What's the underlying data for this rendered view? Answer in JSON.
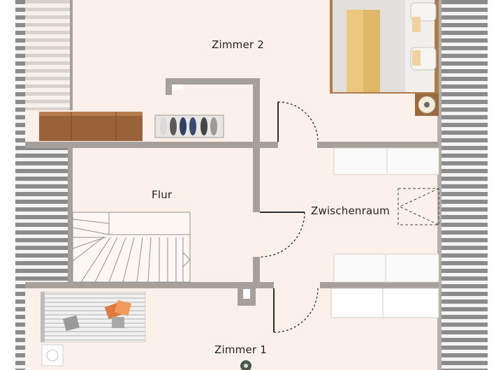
{
  "rooms": {
    "zimmer2": "Zimmer 2",
    "flur": "Flur",
    "zwischenraum": "Zwischenraum",
    "zimmer1": "Zimmer 1"
  },
  "colors": {
    "floor": "#fcf1ea",
    "wall": "#a79f9a",
    "roof_slope": "#8a8a8a",
    "wood": "#9a6238",
    "bed_frame": "#b07a4a",
    "bed_blanket": "#e0b86a"
  }
}
